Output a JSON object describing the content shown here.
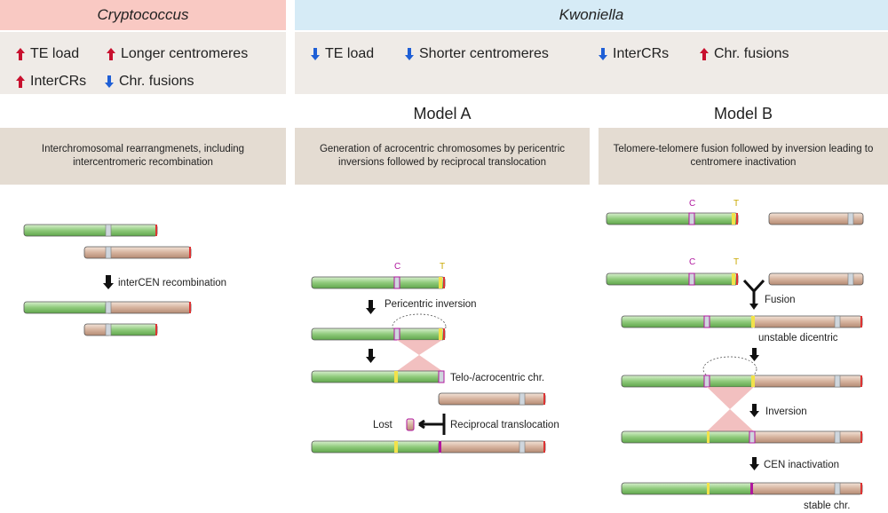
{
  "headers": {
    "left": "Cryptococcus",
    "right": "Kwoniella"
  },
  "colors": {
    "left_header_bg": "#f9c9c3",
    "right_header_bg": "#d6ebf6",
    "up": "#c8102e",
    "down": "#1f5fd6",
    "green_chr": "#9ccf8c",
    "tan_chr": "#d9b9a4",
    "inversion_fill": "#f0b5b5"
  },
  "cryptococcus_traits": [
    {
      "dir": "up",
      "label": "TE load"
    },
    {
      "dir": "up",
      "label": "Longer centromeres"
    },
    {
      "dir": "up",
      "label": "InterCRs"
    },
    {
      "dir": "down",
      "label": "Chr. fusions"
    }
  ],
  "kwoniella_traits": [
    {
      "dir": "down",
      "label": "TE load"
    },
    {
      "dir": "down",
      "label": "Shorter centromeres"
    },
    {
      "dir": "down",
      "label": "InterCRs"
    },
    {
      "dir": "up",
      "label": "Chr. fusions"
    }
  ],
  "models": {
    "a_title": "Model A",
    "b_title": "Model B"
  },
  "descriptions": {
    "left": "Interchromosomal rearrangmenets, including intercentromeric recombination",
    "model_a": "Generation of acrocentric chromosomes by pericentric inversions followed by reciprocal translocation",
    "model_b": "Telomere-telomere fusion followed by inversion leading to centromere inactivation"
  },
  "labels": {
    "intercen": "interCEN recombination",
    "pericentric": "Pericentric inversion",
    "telo_acro": "Telo-/acrocentric chr.",
    "lost": "Lost",
    "reciprocal": "Reciprocal translocation",
    "fusion": "Fusion",
    "unstable": "unstable dicentric",
    "inversion": "Inversion",
    "cen_inactivation": "CEN inactivation",
    "stable": "stable chr.",
    "c_mark": "C",
    "t_mark": "T"
  }
}
